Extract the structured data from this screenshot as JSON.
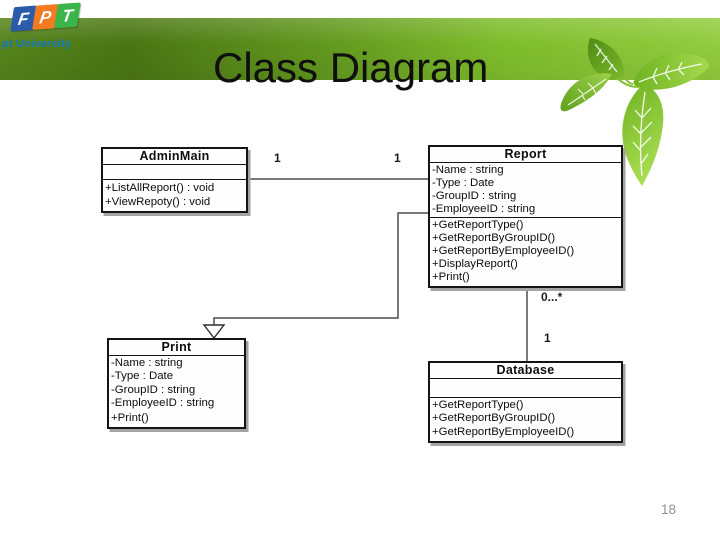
{
  "slide": {
    "title": "Class Diagram",
    "page_number": "18",
    "logo": {
      "letters": [
        "F",
        "P",
        "T"
      ],
      "subtitle": "pt University"
    }
  },
  "diagram": {
    "classes": [
      {
        "name": "AdminMain",
        "attributes": [],
        "methods": [
          "+ListAllReport() : void",
          "+ViewRepoty() : void"
        ]
      },
      {
        "name": "Report",
        "attributes": [
          "-Name : string",
          "-Type : Date",
          "-GroupID : string",
          "-EmployeeID : string"
        ],
        "methods": [
          "+GetReportType()",
          "+GetReportByGroupID()",
          "+GetReportByEmployeeID()",
          "+DisplayReport()",
          "+Print()"
        ]
      },
      {
        "name": "Print",
        "attributes": [
          "-Name : string",
          "-Type : Date",
          "-GroupID : string",
          "-EmployeeID : string"
        ],
        "methods": [
          "+Print()"
        ]
      },
      {
        "name": "Database",
        "attributes": [],
        "methods": [
          "+GetReportType()",
          "+GetReportByGroupID()",
          "+GetReportByEmployeeID()"
        ]
      }
    ],
    "relationships": [
      {
        "type": "association",
        "from": "AdminMain",
        "to": "Report",
        "from_multiplicity": "1",
        "to_multiplicity": "1"
      },
      {
        "type": "generalization",
        "from": "Report",
        "to": "Print"
      },
      {
        "type": "association",
        "from": "Report",
        "to": "Database",
        "from_multiplicity": "0...*",
        "to_multiplicity": "1"
      }
    ]
  },
  "colors": {
    "band_dark_green": "#4b7614",
    "band_bright_green": "#92cc3f",
    "leaf_green": "#8dc63f",
    "logo_blue": "#2a5caa",
    "logo_orange": "#f47b20",
    "logo_green": "#39b54a",
    "logo_subtitle_blue": "#1577be",
    "connector_gray": "#4d4d4d",
    "page_number_gray": "#8f8f8f"
  }
}
